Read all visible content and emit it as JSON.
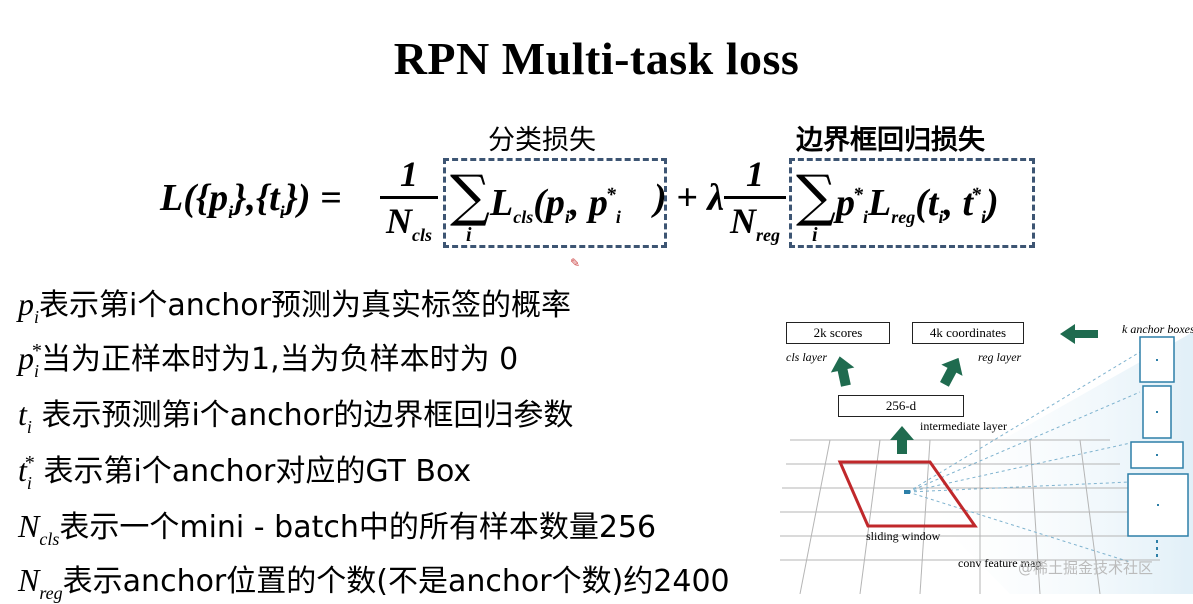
{
  "slide": {
    "title": "RPN Multi-task loss",
    "label_cls": "分类损失",
    "label_reg": "边界框回归损失"
  },
  "formula": {
    "lhs": "L({p",
    "lhs_sub_i": "i",
    "lhs_mid": "},{t",
    "lhs_end": "}) =",
    "frac1_num": "1",
    "frac1_den": "N",
    "frac1_den_sub": "cls",
    "sum1_index": "i",
    "term1_L": "L",
    "term1_sub": "cls",
    "term1_args": "(p",
    "term1_args2": ", p",
    "plus_lambda": ") + λ",
    "frac2_num": "1",
    "frac2_den": "N",
    "frac2_den_sub": "reg",
    "sum2_index": "i",
    "term2_p": "p",
    "term2_L": "L",
    "term2_sub": "reg",
    "term2_args": "(t",
    "term2_args2": ", t",
    "close": ")",
    "star": "*"
  },
  "definitions": [
    {
      "var": "p",
      "sub": "i",
      "star": "",
      "text": "表示第i个anchor预测为真实标签的概率"
    },
    {
      "var": "p",
      "sub": "i",
      "star": "*",
      "text": "当为正样本时为1,当为负样本时为 0"
    },
    {
      "var": "t",
      "sub": "i",
      "star": "",
      "text": " 表示预测第i个anchor的边界框回归参数"
    },
    {
      "var": "t",
      "sub": "i",
      "star": "*",
      "text": " 表示第i个anchor对应的GT Box"
    },
    {
      "var": "N",
      "sub": "cls",
      "star": "",
      "text": "表示一个mini - batch中的所有样本数量256"
    },
    {
      "var": "N",
      "sub": "reg",
      "star": "",
      "text": "表示anchor位置的个数(不是anchor个数)约2400"
    }
  ],
  "diagram": {
    "scores": "2k scores",
    "coordinates": "4k coordinates",
    "cls_layer": "cls layer",
    "reg_layer": "reg layer",
    "dim": "256-d",
    "intermediate": "intermediate layer",
    "anchor_boxes": "k anchor boxes",
    "sliding_window": "sliding window",
    "conv_map": "conv feature map"
  },
  "watermark": "@稀土掘金技术社区",
  "colors": {
    "dash": "#3d5573",
    "arrow": "#1f6b4f",
    "window": "#c0282b",
    "anchor": "#2d7fa8"
  }
}
